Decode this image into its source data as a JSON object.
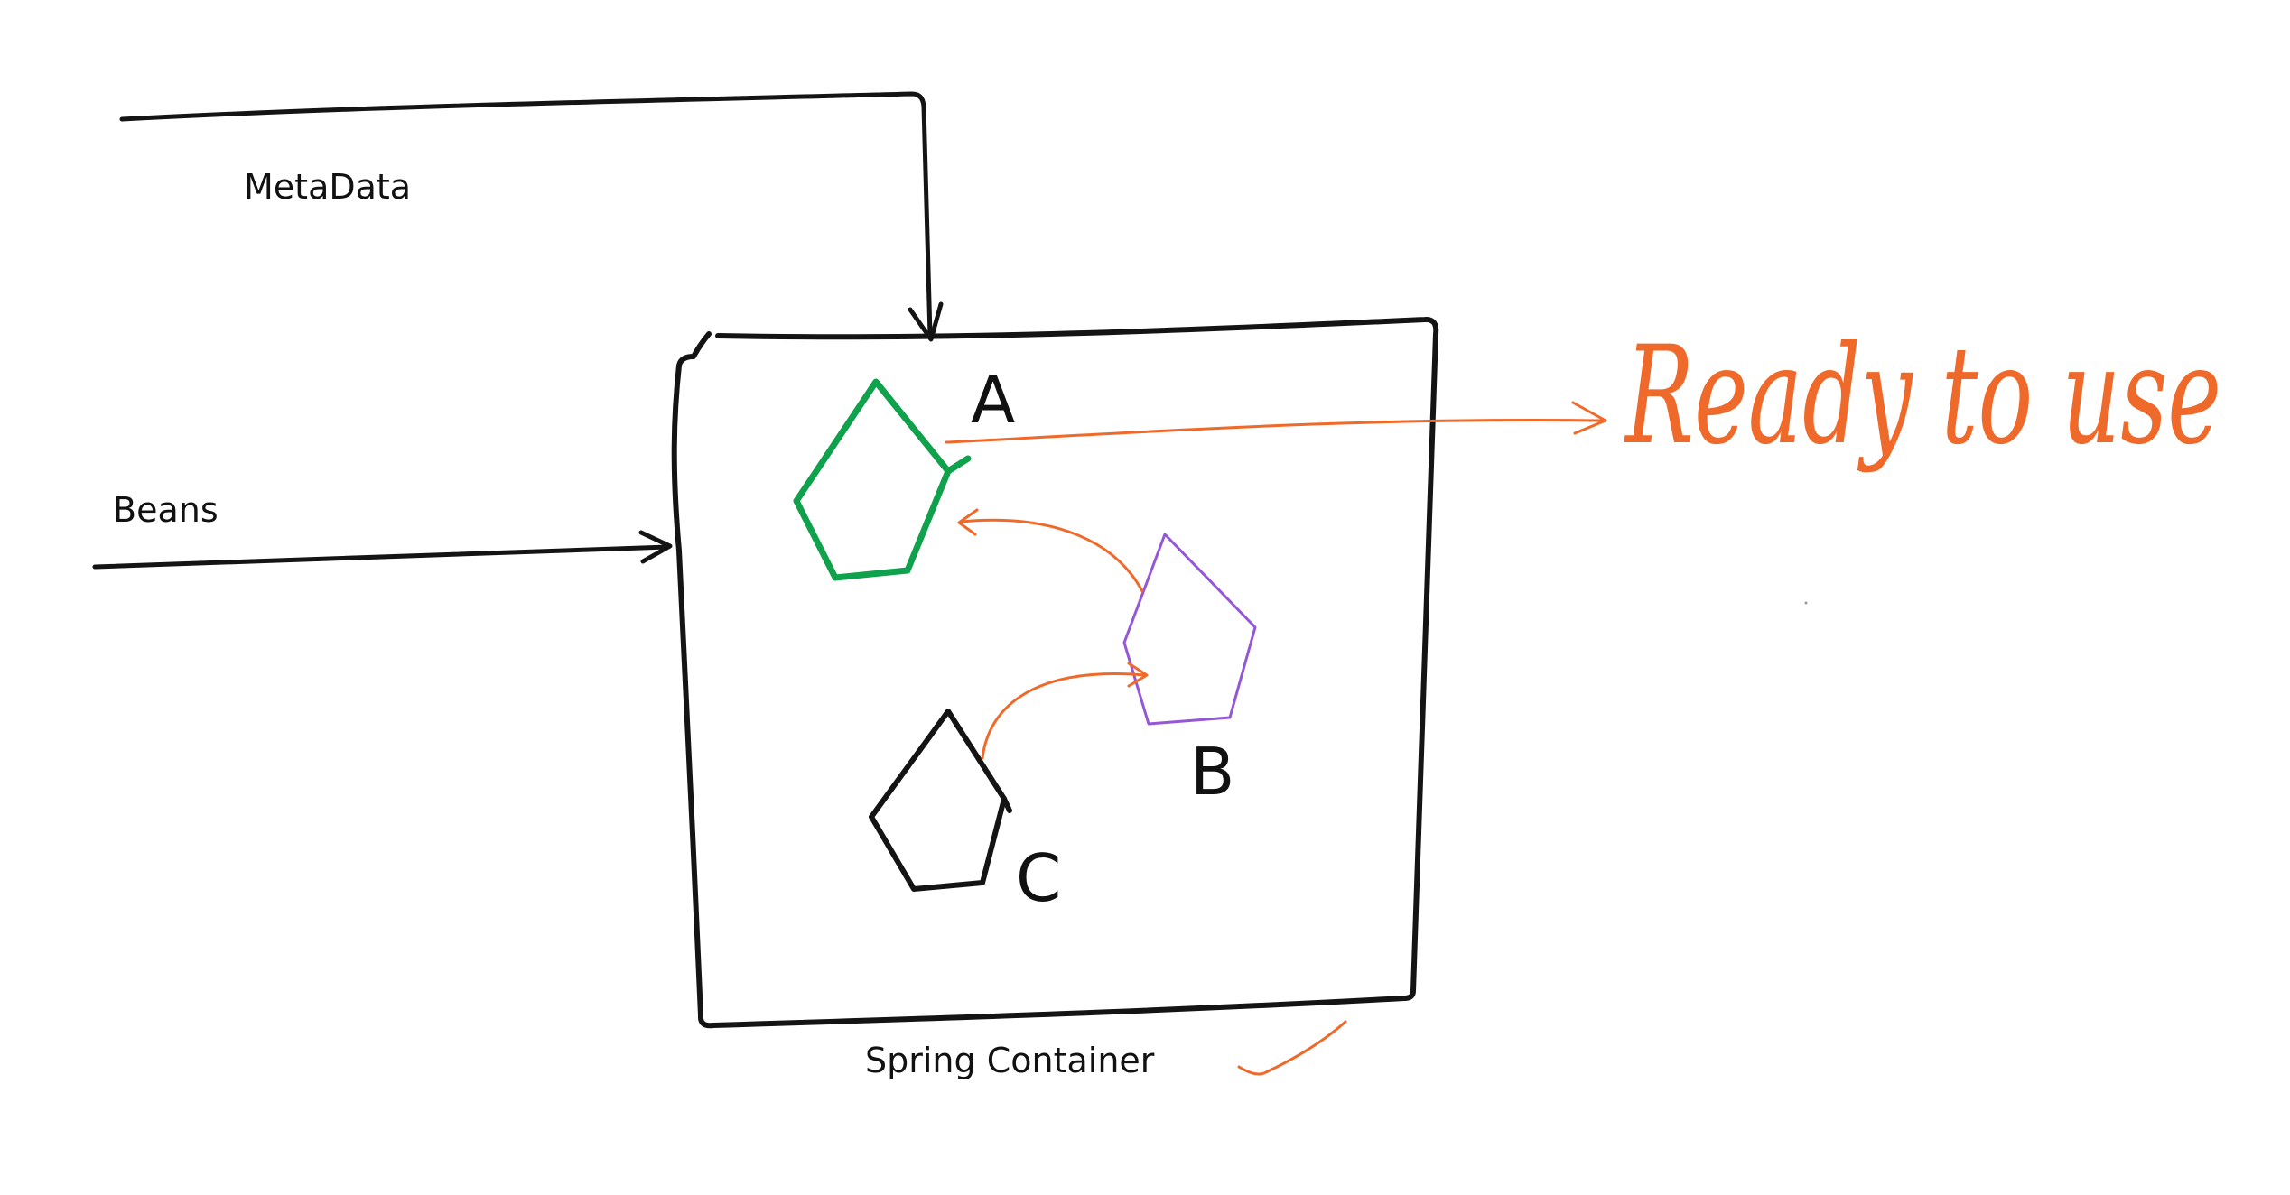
{
  "labels": {
    "metadata": "MetaData",
    "beans": "Beans",
    "container": "Spring Container",
    "bean_a": "A",
    "bean_b": "B",
    "bean_c": "C",
    "annotation": "Ready to use"
  },
  "colors": {
    "ink": "#141414",
    "bean_a": "#0fa14b",
    "bean_b": "#9457d6",
    "annotation": "#ef6a2a"
  }
}
